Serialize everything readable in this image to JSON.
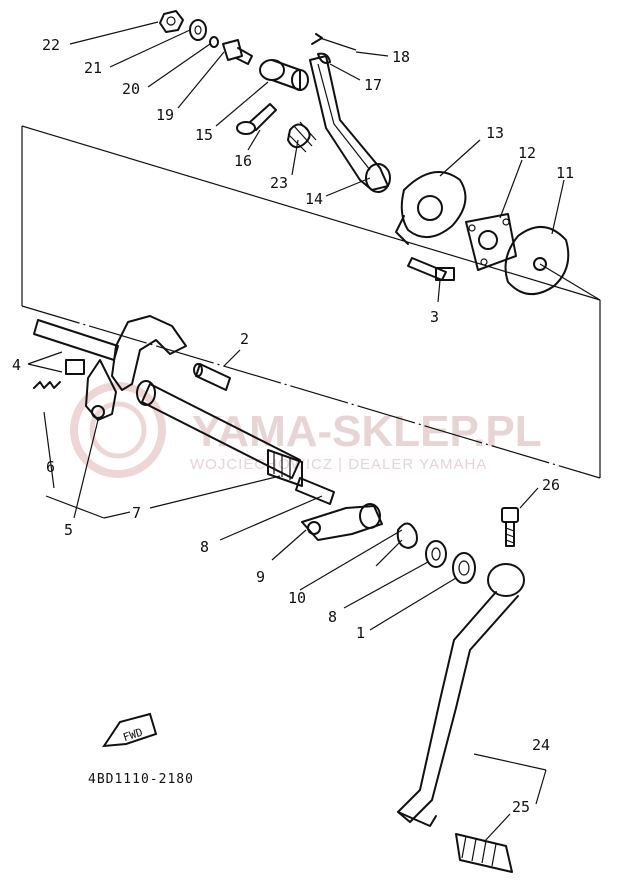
{
  "diagram": {
    "drawing_code": "4BD1110-2180",
    "fwd_label": "FWD",
    "colors": {
      "line": "#111111",
      "watermark": "#e8d4d4",
      "background": "#ffffff"
    }
  },
  "watermark": {
    "brand": "YAMA-SKLEP.PL",
    "dealer": "WOJCIECHOWICZ | DEALER YAMAHA"
  },
  "callouts": [
    {
      "id": "c22",
      "label": "22"
    },
    {
      "id": "c21",
      "label": "21"
    },
    {
      "id": "c20",
      "label": "20"
    },
    {
      "id": "c19",
      "label": "19"
    },
    {
      "id": "c15",
      "label": "15"
    },
    {
      "id": "c16",
      "label": "16"
    },
    {
      "id": "c23",
      "label": "23"
    },
    {
      "id": "c18",
      "label": "18"
    },
    {
      "id": "c17",
      "label": "17"
    },
    {
      "id": "c14",
      "label": "14"
    },
    {
      "id": "c13",
      "label": "13"
    },
    {
      "id": "c12",
      "label": "12"
    },
    {
      "id": "c11",
      "label": "11"
    },
    {
      "id": "c3",
      "label": "3"
    },
    {
      "id": "c2",
      "label": "2"
    },
    {
      "id": "c4",
      "label": "4"
    },
    {
      "id": "c6",
      "label": "6"
    },
    {
      "id": "c5",
      "label": "5"
    },
    {
      "id": "c7",
      "label": "7"
    },
    {
      "id": "c8a",
      "label": "8"
    },
    {
      "id": "c26",
      "label": "26"
    },
    {
      "id": "c9",
      "label": "9"
    },
    {
      "id": "c10",
      "label": "10"
    },
    {
      "id": "c8b",
      "label": "8"
    },
    {
      "id": "c1",
      "label": "1"
    },
    {
      "id": "c24",
      "label": "24"
    },
    {
      "id": "c25",
      "label": "25"
    }
  ]
}
